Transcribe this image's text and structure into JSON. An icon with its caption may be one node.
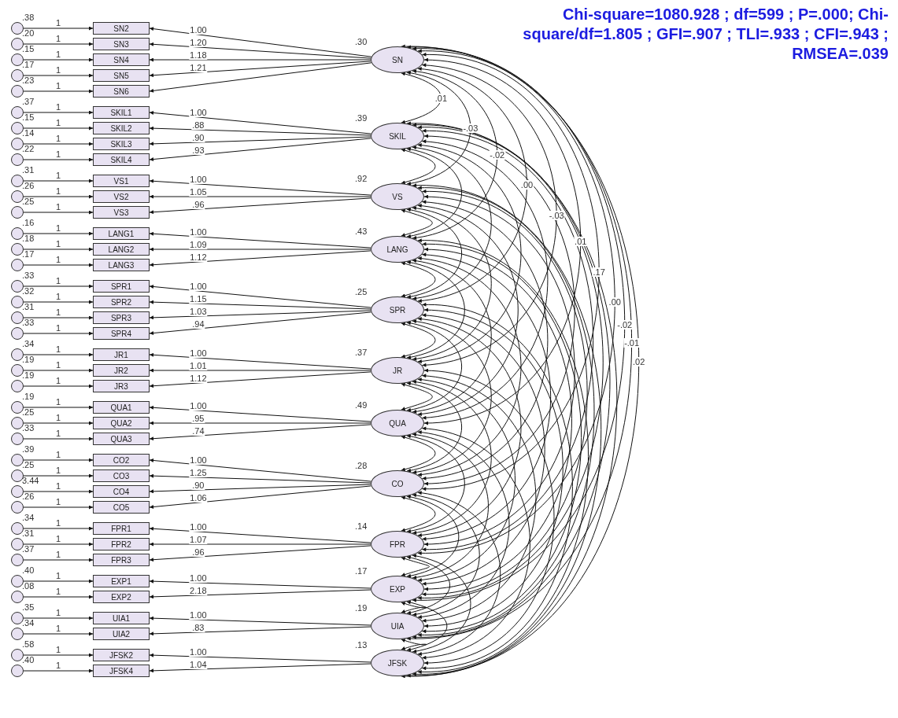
{
  "diagram": {
    "title": "Chi-square=1080.928 ; df=599 ; P=.000; Chi-square/df=1.805 ; GFI=.907 ; TLI=.933 ; CFI=.943 ; RMSEA=.039",
    "nodes": [
      {
        "text": [],
        "shape": "circle",
        "beside": [
          ".38"
        ]
      },
      {
        "text": [
          "SN2"
        ]
      },
      {
        "text": [],
        "shape": "circle",
        "beside": [
          ".20"
        ]
      },
      {
        "text": [
          "SN3"
        ]
      },
      {
        "text": [],
        "shape": "circle",
        "beside": [
          ".15"
        ]
      },
      {
        "text": [
          "SN4"
        ]
      },
      {
        "text": [],
        "shape": "circle",
        "beside": [
          ".17"
        ]
      },
      {
        "text": [
          "SN5"
        ]
      },
      {
        "text": [],
        "shape": "circle",
        "beside": [
          ".23"
        ]
      },
      {
        "text": [
          "SN6"
        ]
      },
      {
        "text": [
          "SN"
        ],
        "beside": [
          ".30"
        ]
      },
      {
        "text": [],
        "shape": "circle",
        "beside": [
          ".37"
        ]
      },
      {
        "text": [
          "SKIL1"
        ]
      },
      {
        "text": [],
        "shape": "circle",
        "beside": [
          ".15"
        ]
      },
      {
        "text": [
          "SKIL2"
        ]
      },
      {
        "text": [],
        "shape": "circle",
        "beside": [
          ".14"
        ]
      },
      {
        "text": [
          "SKIL3"
        ]
      },
      {
        "text": [],
        "shape": "circle",
        "beside": [
          ".22"
        ]
      },
      {
        "text": [
          "SKIL4"
        ]
      },
      {
        "text": [
          "SKIL"
        ],
        "beside": [
          ".39"
        ]
      },
      {
        "text": [],
        "shape": "circle",
        "beside": [
          ".31"
        ]
      },
      {
        "text": [
          "VS1"
        ]
      },
      {
        "text": [],
        "shape": "circle",
        "beside": [
          ".26"
        ]
      },
      {
        "text": [
          "VS2"
        ]
      },
      {
        "text": [],
        "shape": "circle",
        "beside": [
          ".25"
        ]
      },
      {
        "text": [
          "VS3"
        ]
      },
      {
        "text": [
          "VS"
        ],
        "beside": [
          ".92"
        ]
      },
      {
        "text": [],
        "shape": "circle",
        "beside": [
          ".16"
        ]
      },
      {
        "text": [
          "LANG1"
        ]
      },
      {
        "text": [],
        "shape": "circle",
        "beside": [
          ".18"
        ]
      },
      {
        "text": [
          "LANG2"
        ]
      },
      {
        "text": [],
        "shape": "circle",
        "beside": [
          ".17"
        ]
      },
      {
        "text": [
          "LANG3"
        ]
      },
      {
        "text": [
          "LANG"
        ],
        "beside": [
          ".43"
        ]
      },
      {
        "text": [],
        "shape": "circle",
        "beside": [
          ".33"
        ]
      },
      {
        "text": [
          "SPR1"
        ]
      },
      {
        "text": [],
        "shape": "circle",
        "beside": [
          ".32"
        ]
      },
      {
        "text": [
          "SPR2"
        ]
      },
      {
        "text": [],
        "shape": "circle",
        "beside": [
          ".31"
        ]
      },
      {
        "text": [
          "SPR3"
        ]
      },
      {
        "text": [],
        "shape": "circle",
        "beside": [
          ".33"
        ]
      },
      {
        "text": [
          "SPR4"
        ]
      },
      {
        "text": [
          "SPR"
        ],
        "beside": [
          ".25"
        ]
      },
      {
        "text": [],
        "shape": "circle",
        "beside": [
          ".34"
        ]
      },
      {
        "text": [
          "JR1"
        ]
      },
      {
        "text": [],
        "shape": "circle",
        "beside": [
          ".19"
        ]
      },
      {
        "text": [
          "JR2"
        ]
      },
      {
        "text": [],
        "shape": "circle",
        "beside": [
          ".19"
        ]
      },
      {
        "text": [
          "JR3"
        ]
      },
      {
        "text": [
          "JR"
        ],
        "beside": [
          ".37"
        ]
      },
      {
        "text": [],
        "shape": "circle",
        "beside": [
          ".19"
        ]
      },
      {
        "text": [
          "QUA1"
        ]
      },
      {
        "text": [],
        "shape": "circle",
        "beside": [
          ".25"
        ]
      },
      {
        "text": [
          "QUA2"
        ]
      },
      {
        "text": [],
        "shape": "circle",
        "beside": [
          ".33"
        ]
      },
      {
        "text": [
          "QUA3"
        ]
      },
      {
        "text": [
          "QUA"
        ],
        "beside": [
          ".49"
        ]
      },
      {
        "text": [],
        "shape": "circle",
        "beside": [
          ".39"
        ]
      },
      {
        "text": [
          "CO2"
        ]
      },
      {
        "text": [],
        "shape": "circle",
        "beside": [
          ".25"
        ]
      },
      {
        "text": [
          "CO3"
        ]
      },
      {
        "text": [],
        "shape": "circle",
        "beside": [
          "3.44"
        ]
      },
      {
        "text": [
          "CO4"
        ]
      },
      {
        "text": [],
        "shape": "circle",
        "beside": [
          ".26"
        ]
      },
      {
        "text": [
          "CO5"
        ]
      },
      {
        "text": [
          "CO"
        ],
        "beside": [
          ".28"
        ]
      },
      {
        "text": [],
        "shape": "circle",
        "beside": [
          ".34"
        ]
      },
      {
        "text": [
          "FPR1"
        ]
      },
      {
        "text": [],
        "shape": "circle",
        "beside": [
          ".31"
        ]
      },
      {
        "text": [
          "FPR2"
        ]
      },
      {
        "text": [],
        "shape": "circle",
        "beside": [
          ".37"
        ]
      },
      {
        "text": [
          "FPR3"
        ]
      },
      {
        "text": [
          "FPR"
        ],
        "beside": [
          ".14"
        ]
      },
      {
        "text": [],
        "shape": "circle",
        "beside": [
          ".40"
        ]
      },
      {
        "text": [
          "EXP1"
        ]
      },
      {
        "text": [],
        "shape": "circle",
        "beside": [
          ".08"
        ]
      },
      {
        "text": [
          "EXP2"
        ]
      },
      {
        "text": [
          "EXP"
        ],
        "beside": [
          ".17"
        ]
      },
      {
        "text": [],
        "shape": "circle",
        "beside": [
          ".35"
        ]
      },
      {
        "text": [
          "UIA1"
        ]
      },
      {
        "text": [],
        "shape": "circle",
        "beside": [
          ".34"
        ]
      },
      {
        "text": [
          "UIA2"
        ]
      },
      {
        "text": [
          "UIA"
        ],
        "beside": [
          ".19"
        ]
      },
      {
        "text": [],
        "shape": "circle",
        "beside": [
          ".58"
        ]
      },
      {
        "text": [
          "JFSK2"
        ]
      },
      {
        "text": [],
        "shape": "circle",
        "beside": [
          ".40"
        ]
      },
      {
        "text": [
          "JFSK4"
        ]
      },
      {
        "text": [
          "JFSK"
        ],
        "beside": [
          ".13"
        ]
      }
    ],
    "edges": [
      {
        "from": 0,
        "to": 1,
        "arrow": "to",
        "label": "1"
      },
      {
        "from": 2,
        "to": 3,
        "arrow": "to",
        "label": "1"
      },
      {
        "from": 4,
        "to": 5,
        "arrow": "to",
        "label": "1"
      },
      {
        "from": 6,
        "to": 7,
        "arrow": "to",
        "label": "1"
      },
      {
        "from": 8,
        "to": 9,
        "arrow": "to",
        "label": "1"
      },
      {
        "from": 10,
        "to": 1,
        "arrow": "to",
        "label": "1.00"
      },
      {
        "from": 10,
        "to": 3,
        "arrow": "to",
        "label": "1.20"
      },
      {
        "from": 10,
        "to": 5,
        "arrow": "to",
        "label": "1.18"
      },
      {
        "from": 10,
        "to": 7,
        "arrow": "to",
        "label": "1.21"
      },
      {
        "from": 10,
        "to": 9,
        "arrow": "to"
      },
      {
        "from": 11,
        "to": 12,
        "arrow": "to",
        "label": "1"
      },
      {
        "from": 13,
        "to": 14,
        "arrow": "to",
        "label": "1"
      },
      {
        "from": 15,
        "to": 16,
        "arrow": "to",
        "label": "1"
      },
      {
        "from": 17,
        "to": 18,
        "arrow": "to",
        "label": "1"
      },
      {
        "from": 19,
        "to": 12,
        "arrow": "to",
        "label": "1.00"
      },
      {
        "from": 19,
        "to": 14,
        "arrow": "to",
        "label": ".88"
      },
      {
        "from": 19,
        "to": 16,
        "arrow": "to",
        "label": ".90"
      },
      {
        "from": 19,
        "to": 18,
        "arrow": "to",
        "label": ".93"
      },
      {
        "from": 20,
        "to": 21,
        "arrow": "to",
        "label": "1"
      },
      {
        "from": 22,
        "to": 23,
        "arrow": "to",
        "label": "1"
      },
      {
        "from": 24,
        "to": 25,
        "arrow": "to",
        "label": "1"
      },
      {
        "from": 26,
        "to": 21,
        "arrow": "to",
        "label": "1.00"
      },
      {
        "from": 26,
        "to": 23,
        "arrow": "to",
        "label": "1.05"
      },
      {
        "from": 26,
        "to": 25,
        "arrow": "to",
        "label": ".96"
      },
      {
        "from": 27,
        "to": 28,
        "arrow": "to",
        "label": "1"
      },
      {
        "from": 29,
        "to": 30,
        "arrow": "to",
        "label": "1"
      },
      {
        "from": 31,
        "to": 32,
        "arrow": "to",
        "label": "1"
      },
      {
        "from": 33,
        "to": 28,
        "arrow": "to",
        "label": "1.00"
      },
      {
        "from": 33,
        "to": 30,
        "arrow": "to",
        "label": "1.09"
      },
      {
        "from": 33,
        "to": 32,
        "arrow": "to",
        "label": "1.12"
      },
      {
        "from": 34,
        "to": 35,
        "arrow": "to",
        "label": "1"
      },
      {
        "from": 36,
        "to": 37,
        "arrow": "to",
        "label": "1"
      },
      {
        "from": 38,
        "to": 39,
        "arrow": "to",
        "label": "1"
      },
      {
        "from": 40,
        "to": 41,
        "arrow": "to",
        "label": "1"
      },
      {
        "from": 42,
        "to": 35,
        "arrow": "to",
        "label": "1.00"
      },
      {
        "from": 42,
        "to": 37,
        "arrow": "to",
        "label": "1.15"
      },
      {
        "from": 42,
        "to": 39,
        "arrow": "to",
        "label": "1.03"
      },
      {
        "from": 42,
        "to": 41,
        "arrow": "to",
        "label": ".94"
      },
      {
        "from": 43,
        "to": 44,
        "arrow": "to",
        "label": "1"
      },
      {
        "from": 45,
        "to": 46,
        "arrow": "to",
        "label": "1"
      },
      {
        "from": 47,
        "to": 48,
        "arrow": "to",
        "label": "1"
      },
      {
        "from": 49,
        "to": 44,
        "arrow": "to",
        "label": "1.00"
      },
      {
        "from": 49,
        "to": 46,
        "arrow": "to",
        "label": "1.01"
      },
      {
        "from": 49,
        "to": 48,
        "arrow": "to",
        "label": "1.12"
      },
      {
        "from": 50,
        "to": 51,
        "arrow": "to",
        "label": "1"
      },
      {
        "from": 52,
        "to": 53,
        "arrow": "to",
        "label": "1"
      },
      {
        "from": 54,
        "to": 55,
        "arrow": "to",
        "label": "1"
      },
      {
        "from": 56,
        "to": 51,
        "arrow": "to",
        "label": "1.00"
      },
      {
        "from": 56,
        "to": 53,
        "arrow": "to",
        "label": ".95"
      },
      {
        "from": 56,
        "to": 55,
        "arrow": "to",
        "label": ".74"
      },
      {
        "from": 57,
        "to": 58,
        "arrow": "to",
        "label": "1"
      },
      {
        "from": 59,
        "to": 60,
        "arrow": "to",
        "label": "1"
      },
      {
        "from": 61,
        "to": 62,
        "arrow": "to",
        "label": "1"
      },
      {
        "from": 63,
        "to": 64,
        "arrow": "to",
        "label": "1"
      },
      {
        "from": 65,
        "to": 58,
        "arrow": "to",
        "label": "1.00"
      },
      {
        "from": 65,
        "to": 60,
        "arrow": "to",
        "label": "1.25"
      },
      {
        "from": 65,
        "to": 62,
        "arrow": "to",
        "label": ".90"
      },
      {
        "from": 65,
        "to": 64,
        "arrow": "to",
        "label": "1.06"
      },
      {
        "from": 66,
        "to": 67,
        "arrow": "to",
        "label": "1"
      },
      {
        "from": 68,
        "to": 69,
        "arrow": "to",
        "label": "1"
      },
      {
        "from": 70,
        "to": 71,
        "arrow": "to",
        "label": "1"
      },
      {
        "from": 72,
        "to": 67,
        "arrow": "to",
        "label": "1.00"
      },
      {
        "from": 72,
        "to": 69,
        "arrow": "to",
        "label": "1.07"
      },
      {
        "from": 72,
        "to": 71,
        "arrow": "to",
        "label": ".96"
      },
      {
        "from": 73,
        "to": 74,
        "arrow": "to",
        "label": "1"
      },
      {
        "from": 75,
        "to": 76,
        "arrow": "to",
        "label": "1"
      },
      {
        "from": 77,
        "to": 74,
        "arrow": "to",
        "label": "1.00"
      },
      {
        "from": 77,
        "to": 76,
        "arrow": "to",
        "label": "2.18"
      },
      {
        "from": 78,
        "to": 79,
        "arrow": "to",
        "label": "1"
      },
      {
        "from": 80,
        "to": 81,
        "arrow": "to",
        "label": "1"
      },
      {
        "from": 82,
        "to": 79,
        "arrow": "to",
        "label": "1.00"
      },
      {
        "from": 82,
        "to": 81,
        "arrow": "to",
        "label": ".83"
      },
      {
        "from": 83,
        "to": 84,
        "arrow": "to",
        "label": "1"
      },
      {
        "from": 85,
        "to": 86,
        "arrow": "to",
        "label": "1"
      },
      {
        "from": 87,
        "to": 84,
        "arrow": "to",
        "label": "1.00"
      },
      {
        "from": 87,
        "to": 86,
        "arrow": "to",
        "label": "1.04"
      },
      {
        "from": 10,
        "to": 19,
        "arrow": "both",
        "label": ".01"
      },
      {
        "from": 10,
        "to": 26,
        "arrow": "both",
        "label": "-.03"
      },
      {
        "from": 10,
        "to": 33,
        "arrow": "both",
        "label": "-.02"
      },
      {
        "from": 10,
        "to": 42,
        "arrow": "both",
        "label": ".00"
      },
      {
        "from": 10,
        "to": 49,
        "arrow": "both",
        "label": "-.03"
      },
      {
        "from": 10,
        "to": 56,
        "arrow": "both",
        "label": ".01"
      },
      {
        "from": 10,
        "to": 65,
        "arrow": "both",
        "label": ".17"
      },
      {
        "from": 10,
        "to": 72,
        "arrow": "both",
        "label": ".00"
      },
      {
        "from": 10,
        "to": 77,
        "arrow": "both",
        "label": "-.02"
      },
      {
        "from": 10,
        "to": 82,
        "arrow": "both",
        "label": "-.01"
      },
      {
        "from": 10,
        "to": 87,
        "arrow": "both",
        "label": ".02"
      },
      {
        "from": 19,
        "to": 26,
        "arrow": "both"
      },
      {
        "from": 19,
        "to": 33,
        "arrow": "both"
      },
      {
        "from": 19,
        "to": 42,
        "arrow": "both"
      },
      {
        "from": 19,
        "to": 49,
        "arrow": "both"
      },
      {
        "from": 19,
        "to": 56,
        "arrow": "both"
      },
      {
        "from": 19,
        "to": 65,
        "arrow": "both"
      },
      {
        "from": 19,
        "to": 72,
        "arrow": "both"
      },
      {
        "from": 19,
        "to": 77,
        "arrow": "both"
      },
      {
        "from": 19,
        "to": 82,
        "arrow": "both"
      },
      {
        "from": 19,
        "to": 87,
        "arrow": "both"
      },
      {
        "from": 26,
        "to": 33,
        "arrow": "both"
      },
      {
        "from": 26,
        "to": 42,
        "arrow": "both"
      },
      {
        "from": 26,
        "to": 49,
        "arrow": "both"
      },
      {
        "from": 26,
        "to": 56,
        "arrow": "both"
      },
      {
        "from": 26,
        "to": 65,
        "arrow": "both"
      },
      {
        "from": 26,
        "to": 72,
        "arrow": "both"
      },
      {
        "from": 26,
        "to": 77,
        "arrow": "both"
      },
      {
        "from": 26,
        "to": 82,
        "arrow": "both"
      },
      {
        "from": 26,
        "to": 87,
        "arrow": "both"
      },
      {
        "from": 33,
        "to": 42,
        "arrow": "both"
      },
      {
        "from": 33,
        "to": 49,
        "arrow": "both"
      },
      {
        "from": 33,
        "to": 56,
        "arrow": "both"
      },
      {
        "from": 33,
        "to": 65,
        "arrow": "both"
      },
      {
        "from": 33,
        "to": 72,
        "arrow": "both"
      },
      {
        "from": 33,
        "to": 77,
        "arrow": "both"
      },
      {
        "from": 33,
        "to": 82,
        "arrow": "both"
      },
      {
        "from": 33,
        "to": 87,
        "arrow": "both"
      },
      {
        "from": 42,
        "to": 49,
        "arrow": "both"
      },
      {
        "from": 42,
        "to": 56,
        "arrow": "both"
      },
      {
        "from": 42,
        "to": 65,
        "arrow": "both"
      },
      {
        "from": 42,
        "to": 72,
        "arrow": "both"
      },
      {
        "from": 42,
        "to": 77,
        "arrow": "both"
      },
      {
        "from": 42,
        "to": 82,
        "arrow": "both"
      },
      {
        "from": 42,
        "to": 87,
        "arrow": "both"
      },
      {
        "from": 49,
        "to": 56,
        "arrow": "both"
      },
      {
        "from": 49,
        "to": 65,
        "arrow": "both"
      },
      {
        "from": 49,
        "to": 72,
        "arrow": "both"
      },
      {
        "from": 49,
        "to": 77,
        "arrow": "both"
      },
      {
        "from": 49,
        "to": 82,
        "arrow": "both"
      },
      {
        "from": 49,
        "to": 87,
        "arrow": "both"
      },
      {
        "from": 56,
        "to": 65,
        "arrow": "both"
      },
      {
        "from": 56,
        "to": 72,
        "arrow": "both"
      },
      {
        "from": 56,
        "to": 77,
        "arrow": "both"
      },
      {
        "from": 56,
        "to": 82,
        "arrow": "both"
      },
      {
        "from": 56,
        "to": 87,
        "arrow": "both"
      },
      {
        "from": 65,
        "to": 72,
        "arrow": "both"
      },
      {
        "from": 65,
        "to": 77,
        "arrow": "both"
      },
      {
        "from": 65,
        "to": 82,
        "arrow": "both"
      },
      {
        "from": 65,
        "to": 87,
        "arrow": "both"
      },
      {
        "from": 72,
        "to": 77,
        "arrow": "both"
      },
      {
        "from": 72,
        "to": 82,
        "arrow": "both"
      },
      {
        "from": 72,
        "to": 87,
        "arrow": "both"
      },
      {
        "from": 77,
        "to": 82,
        "arrow": "both"
      },
      {
        "from": 77,
        "to": 87,
        "arrow": "both"
      },
      {
        "from": 82,
        "to": 87,
        "arrow": "both"
      }
    ]
  }
}
